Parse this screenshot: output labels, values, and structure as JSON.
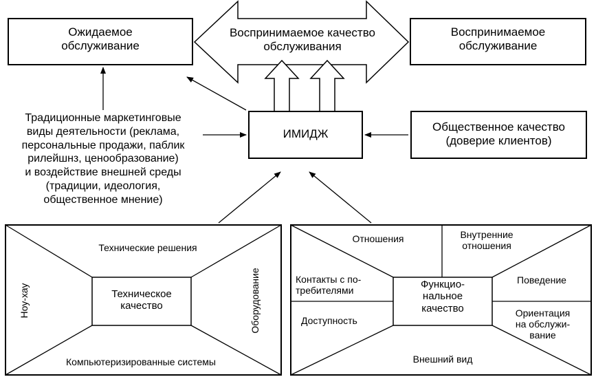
{
  "expected_service": "Ожидаемое\nобслуживание",
  "perceived_quality": "Воспринимаемое качество\nобслуживания",
  "perceived_service": "Воспринимаемое\nобслуживание",
  "image": "ИМИДЖ",
  "public_quality": "Общественное качество\n(доверие клиентов)",
  "marketing": "Традиционные маркетинговые\nвиды деятельности (реклама,\nперсональные  продажи, паблик\nрилейшнз, ценообразование)\nи воздействие внешней среды\n(традиции, идеология,\nобщественное мнение)",
  "technical": {
    "center": "Техническое\nкачество",
    "top": "Технические решения",
    "left": "Ноу-хау",
    "right": "Оборудование",
    "bottom": "Компьютеризированные системы"
  },
  "functional": {
    "center": "Функцио-\nнальное\nкачество",
    "relations": "Отношения",
    "internal": "Внутренние\nотношения",
    "contacts": "Контакты с по-\nтребителями",
    "behavior": "Поведение",
    "access": "Доступность",
    "orientation": "Ориентация\nна обслужи-\nвание",
    "appearance": "Внешний вид"
  },
  "colors": {
    "line": "#000000",
    "background": "#ffffff"
  }
}
